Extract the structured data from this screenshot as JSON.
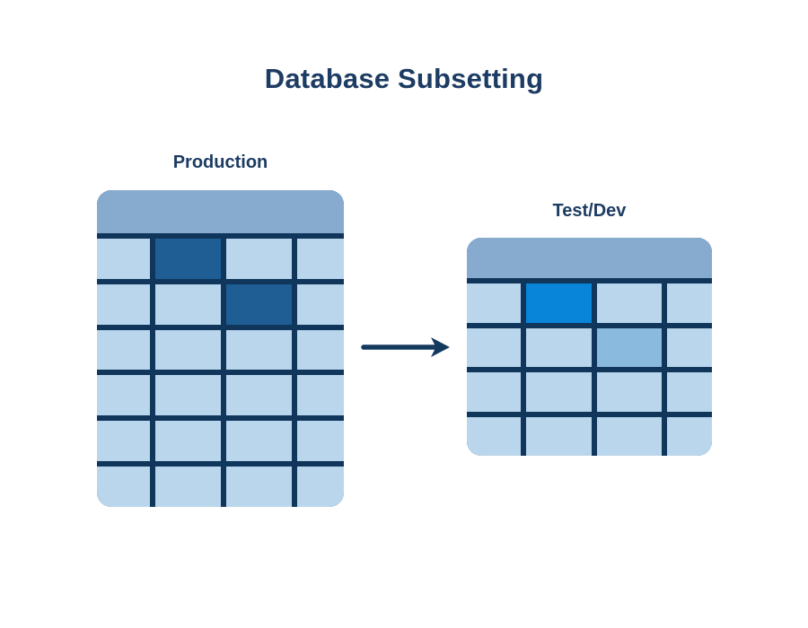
{
  "title": "Database Subsetting",
  "colors": {
    "background": "#ffffff",
    "text": "#1d3c63",
    "grid_line": "#10365c",
    "header_fill": "#87aacf",
    "cell_light": "#bad6ec",
    "cell_dark": "#1e5e94",
    "cell_bright": "#0884d8",
    "cell_medium": "#8abade",
    "arrow": "#14395f"
  },
  "production_table": {
    "label": "Production",
    "rows": 6,
    "columns": 4,
    "highlighted_cells": [
      {
        "row": 0,
        "col": 1,
        "color_key": "cell_dark"
      },
      {
        "row": 1,
        "col": 2,
        "color_key": "cell_dark"
      }
    ]
  },
  "testdev_table": {
    "label": "Test/Dev",
    "rows": 4,
    "columns": 4,
    "highlighted_cells": [
      {
        "row": 0,
        "col": 1,
        "color_key": "cell_bright"
      },
      {
        "row": 1,
        "col": 2,
        "color_key": "cell_medium"
      }
    ]
  },
  "arrow_icon": "right-arrow"
}
